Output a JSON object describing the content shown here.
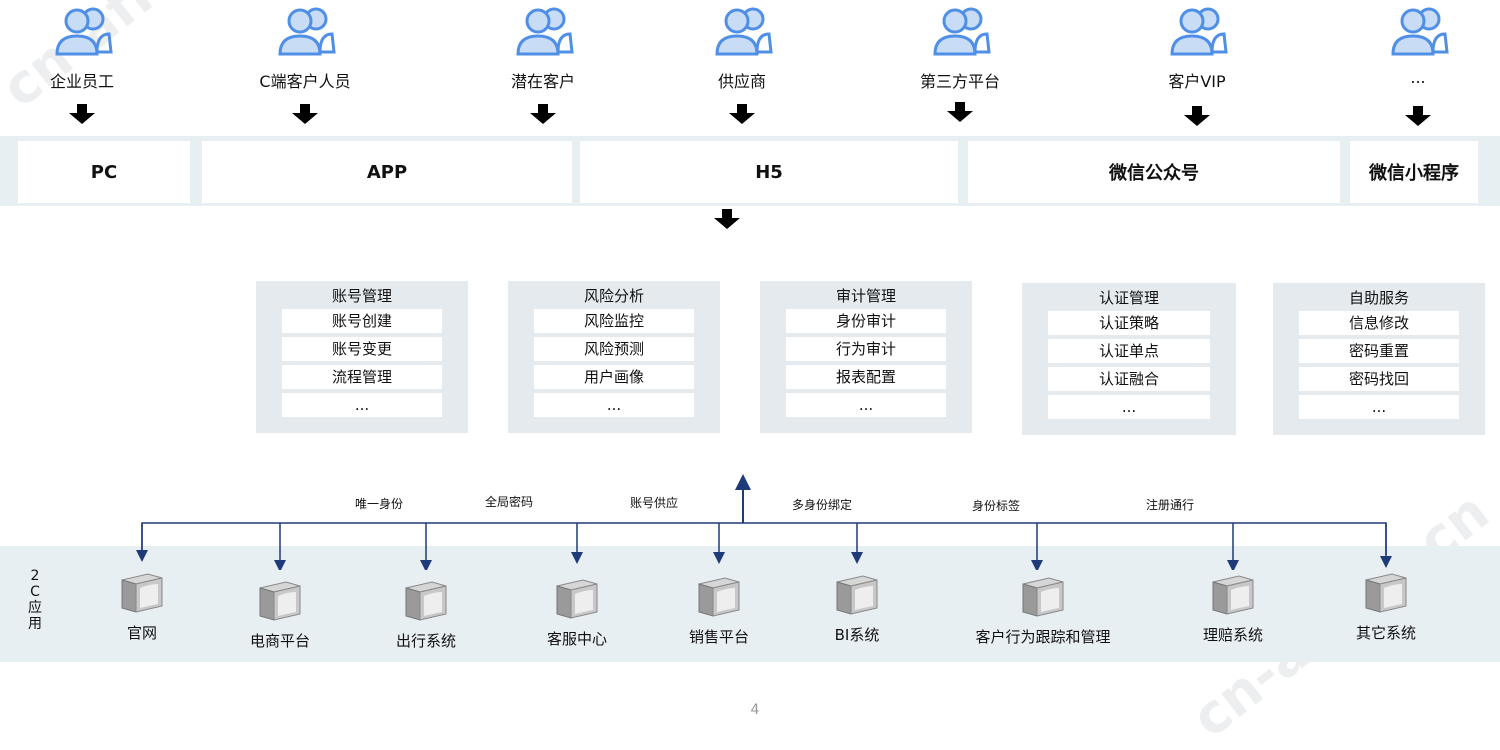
{
  "users": [
    {
      "label": "企业员工"
    },
    {
      "label": "C端客户人员"
    },
    {
      "label": "潜在客户"
    },
    {
      "label": "供应商"
    },
    {
      "label": "第三方平台"
    },
    {
      "label": "客户VIP"
    },
    {
      "label": "..."
    }
  ],
  "channels": [
    "PC",
    "APP",
    "H5",
    "微信公众号",
    "微信小程序"
  ],
  "modules": [
    {
      "title": "账号管理",
      "items": [
        "账号创建",
        "账号变更",
        "流程管理",
        "..."
      ]
    },
    {
      "title": "风险分析",
      "items": [
        "风险监控",
        "风险预测",
        "用户画像",
        "..."
      ]
    },
    {
      "title": "审计管理",
      "items": [
        "身份审计",
        "行为审计",
        "报表配置",
        "..."
      ]
    },
    {
      "title": "认证管理",
      "items": [
        "认证策略",
        "认证单点",
        "认证融合",
        "..."
      ]
    },
    {
      "title": "自助服务",
      "items": [
        "信息修改",
        "密码重置",
        "密码找回",
        "..."
      ]
    }
  ],
  "flow_labels": [
    "唯一身份",
    "全局密码",
    "账号供应",
    "多身份绑定",
    "身份标签",
    "注册通行"
  ],
  "side_label": [
    "2",
    "C",
    "应",
    "用"
  ],
  "systems": [
    "官网",
    "电商平台",
    "出行系统",
    "客服中心",
    "销售平台",
    "BI系统",
    "客户行为跟踪和管理",
    "理赔系统",
    "其它系统"
  ],
  "page_number": "4",
  "watermark": "cn-africa.cn",
  "colors": {
    "user_icon": "#4f8fe6",
    "user_icon_fill": "#c9dcf6",
    "flow_line": "#1e3a78",
    "band": "#e8eff3",
    "module_bg": "#e4eaee"
  }
}
